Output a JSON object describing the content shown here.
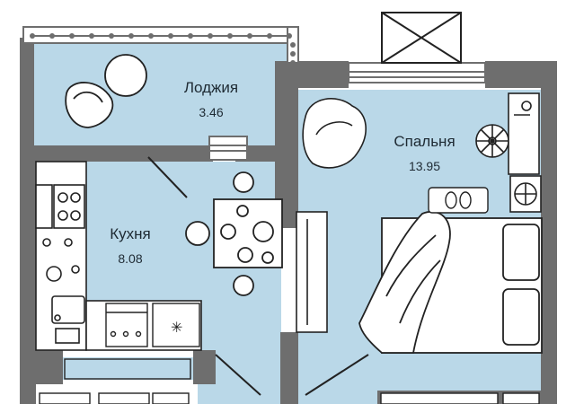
{
  "rooms": {
    "loggia": {
      "name": "Лоджия",
      "area": "3.46"
    },
    "kitchen": {
      "name": "Кухня",
      "area": "8.08"
    },
    "bedroom": {
      "name": "Спальня",
      "area": "13.95"
    }
  },
  "colors": {
    "wall": "#6e6e6e",
    "floor": "#bad8e8",
    "line": "#222222",
    "fixture": "#ffffff"
  },
  "icons": [
    "armchair-icon",
    "dining-table-icon",
    "stove-icon",
    "sink-icon",
    "bed-icon",
    "floor-lamp-icon",
    "plant-icon",
    "slippers-icon",
    "wardrobe-icon",
    "fan-icon",
    "window-icon",
    "vent-shaft-icon"
  ]
}
